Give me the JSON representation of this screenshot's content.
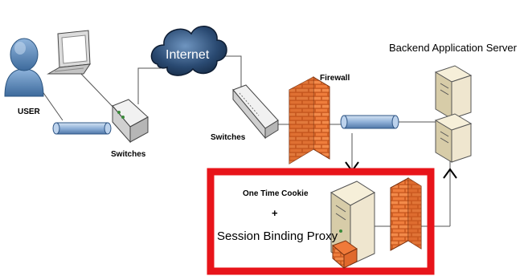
{
  "labels": {
    "user": "USER",
    "switches_left": "Switches",
    "internet": "Internet",
    "switches_mid": "Switches",
    "firewall": "Firewall",
    "backend": "Backend Application Server",
    "one_time_cookie": "One Time Cookie",
    "plus": "+",
    "session_binding_proxy": "Session Binding Proxy"
  },
  "colors": {
    "highlight_box": "#e8141a",
    "firewall_brick": "#f07a3a",
    "pipe": "#8fb0d8",
    "cloud": "#1f3a5c",
    "user_icon": "#5a88b8",
    "server": "#efe6cf"
  },
  "icons": [
    "user-person-icon",
    "laptop-icon",
    "switch-icon",
    "internet-cloud-icon",
    "firewall-icon",
    "server-icon",
    "proxy-server-icon"
  ]
}
